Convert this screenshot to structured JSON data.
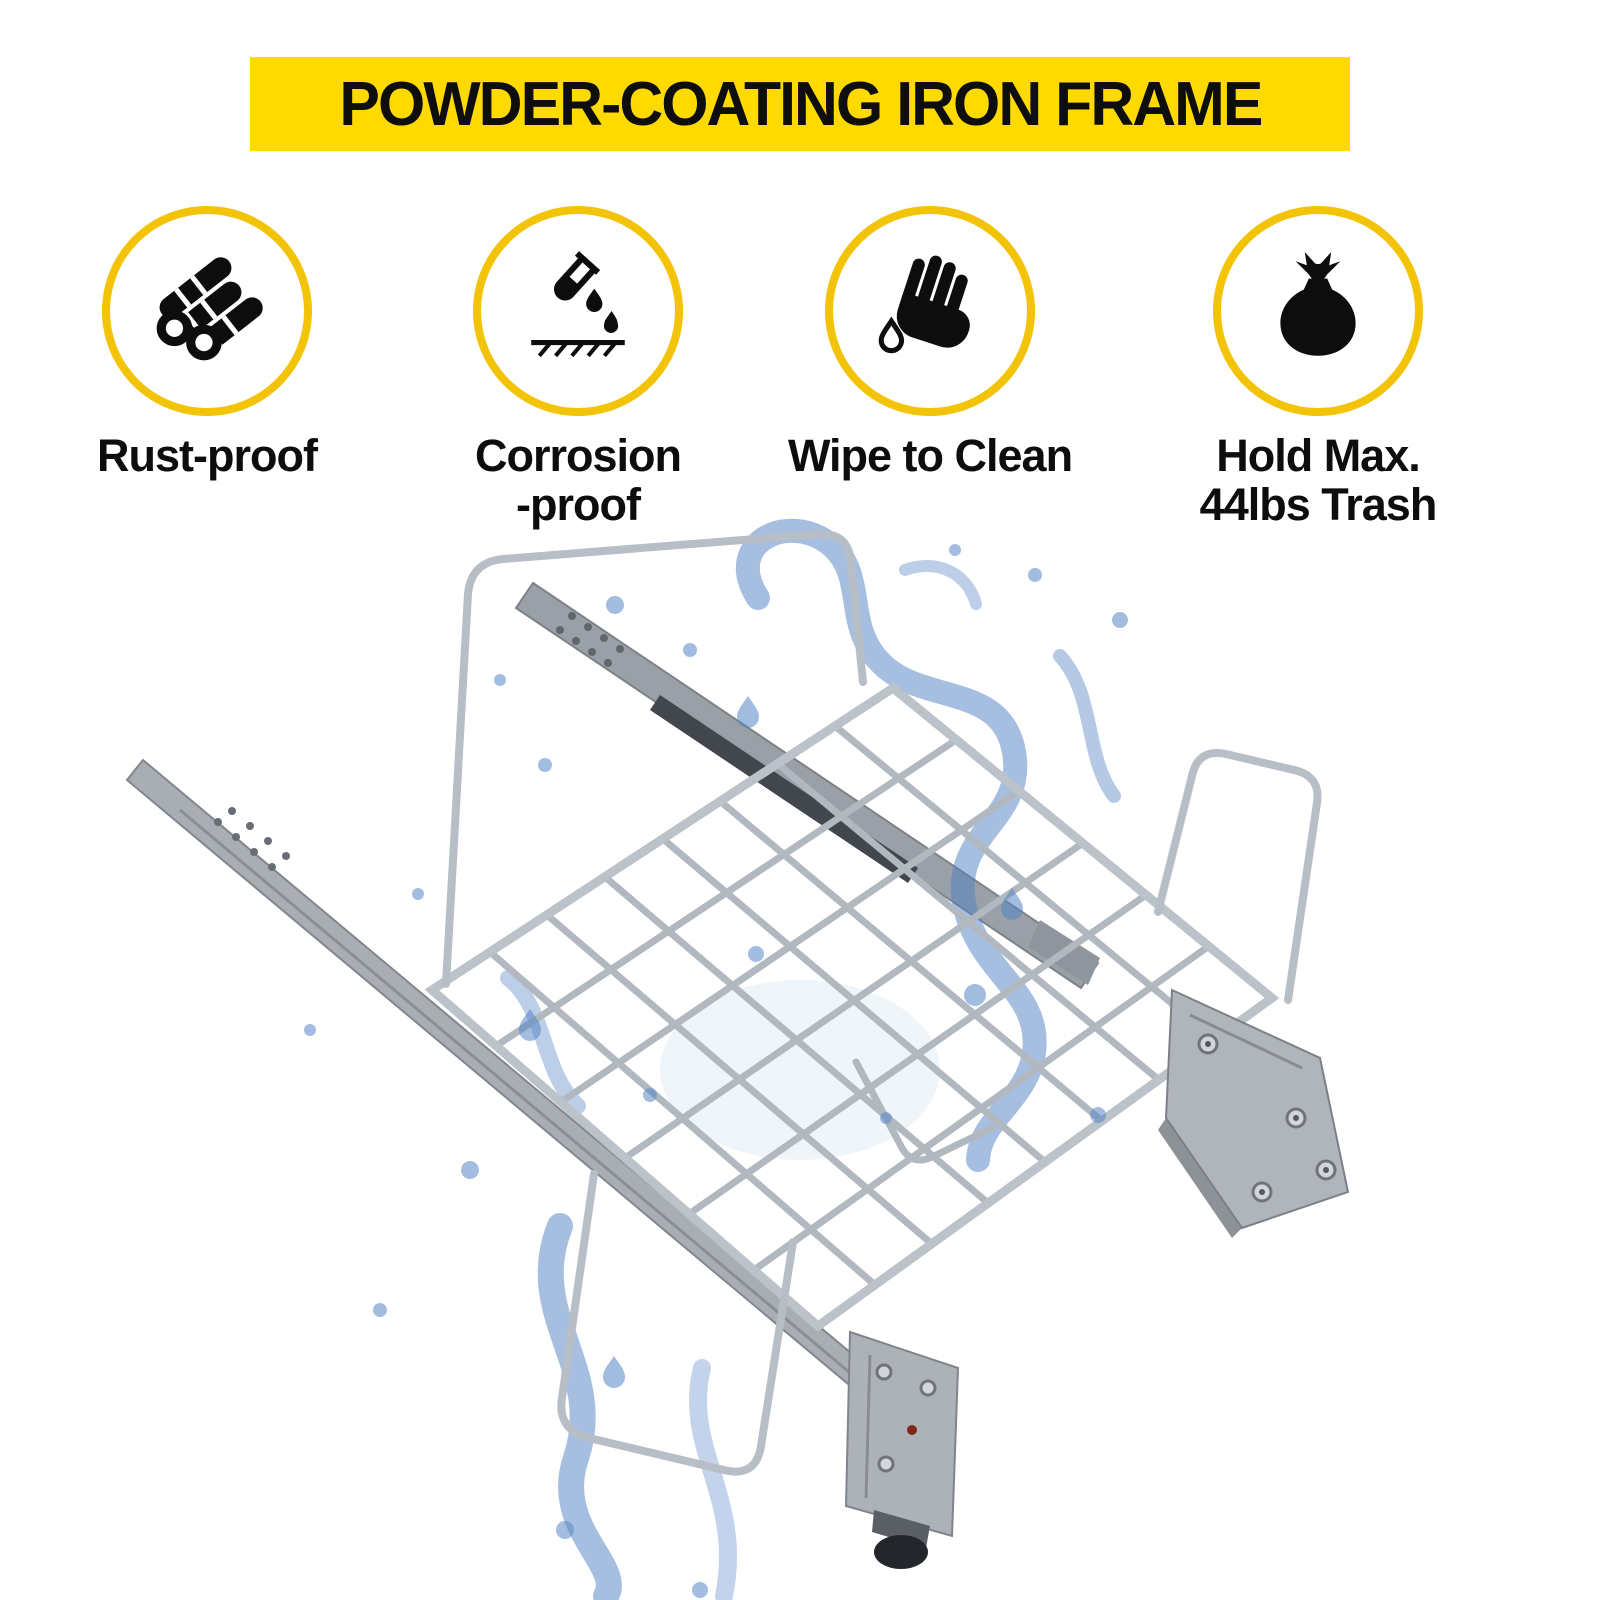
{
  "banner": {
    "title": "POWDER-COATING IRON FRAME"
  },
  "features": [
    {
      "id": "rust-proof",
      "icon": "metal-pipes-icon",
      "lines": [
        "Rust-proof"
      ]
    },
    {
      "id": "corrosion-proof",
      "icon": "acid-tube-icon",
      "lines": [
        "Corrosion",
        "-proof"
      ]
    },
    {
      "id": "wipe-to-clean",
      "icon": "hand-wipe-icon",
      "lines": [
        "Wipe to Clean"
      ]
    },
    {
      "id": "hold-max-weight",
      "icon": "trash-bag-icon",
      "lines": [
        "Hold Max.",
        "44lbs Trash"
      ]
    }
  ],
  "colors": {
    "accent_yellow": "#FFDA00",
    "ring_yellow": "#F2C307",
    "icon_black": "#0d0d0d",
    "water_blue": "#4d7fc1",
    "rail_gray": "#9aa0a7",
    "wire_silver": "#b2b8c0"
  },
  "product": {
    "name": "pull-out-wire-basket-with-slide-rails"
  }
}
